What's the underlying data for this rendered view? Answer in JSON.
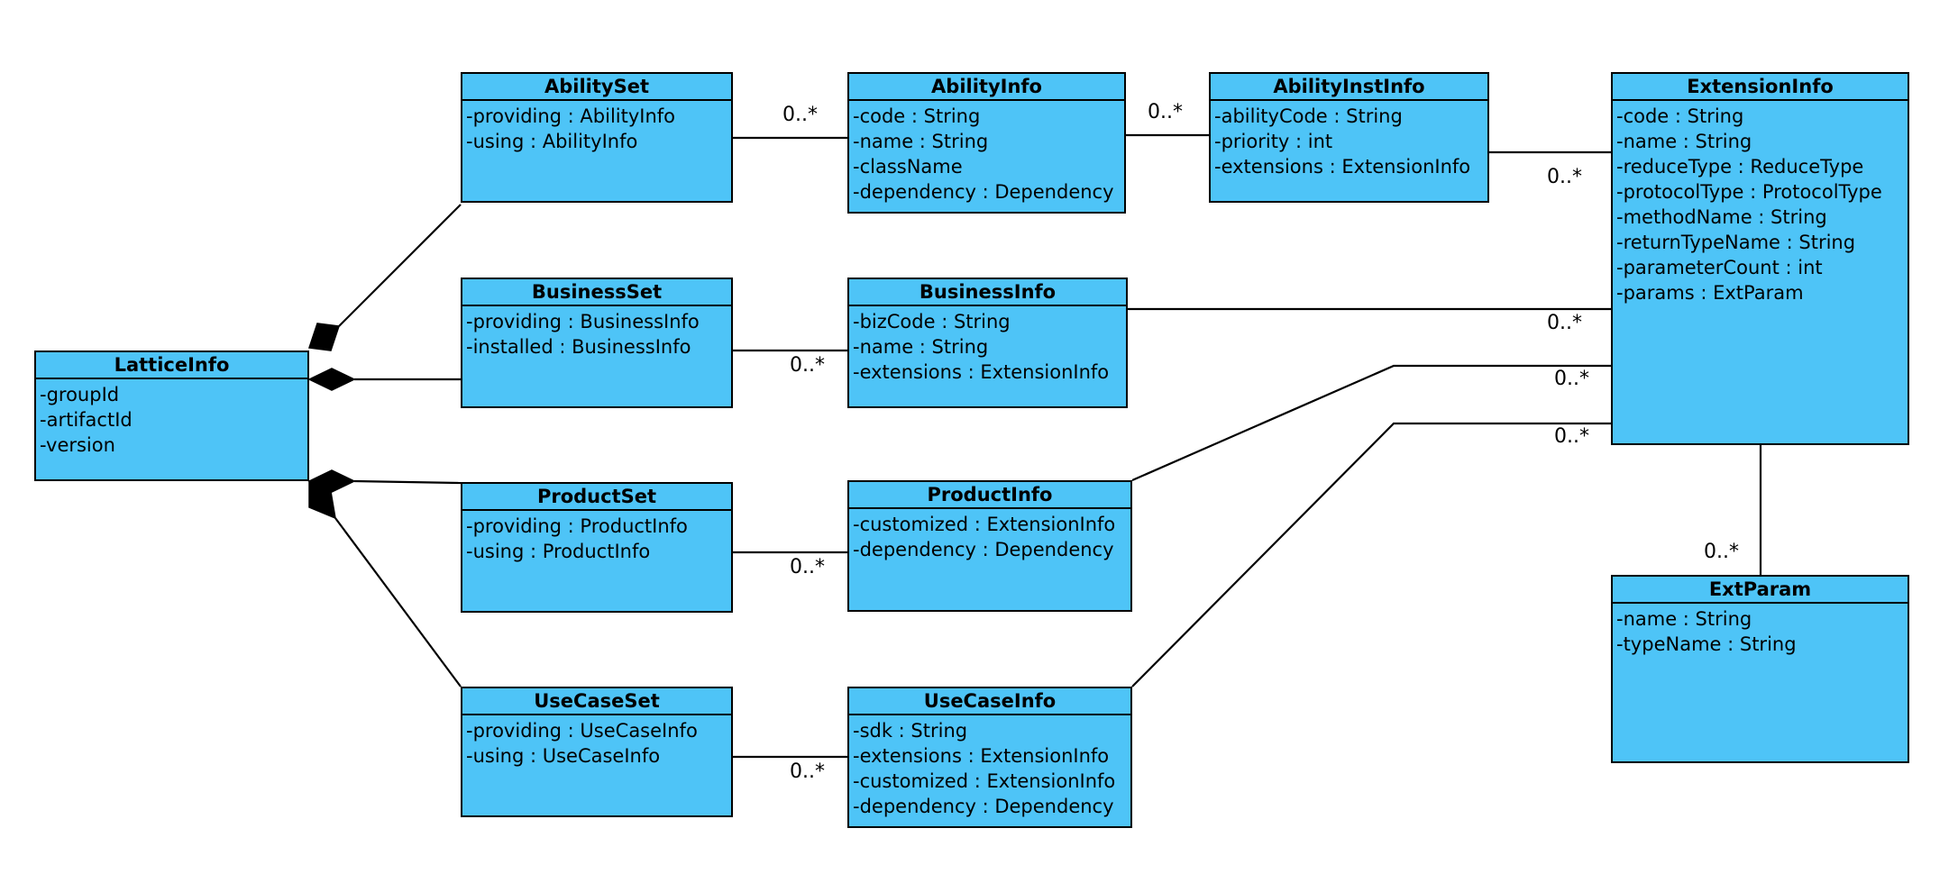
{
  "classes": {
    "lattice_info": {
      "title": "LatticeInfo",
      "attrs": [
        "-groupId",
        "-artifactId",
        "-version"
      ]
    },
    "ability_set": {
      "title": "AbilitySet",
      "attrs": [
        "-providing : AbilityInfo",
        "-using : AbilityInfo"
      ]
    },
    "business_set": {
      "title": "BusinessSet",
      "attrs": [
        "-providing : BusinessInfo",
        "-installed : BusinessInfo"
      ]
    },
    "product_set": {
      "title": "ProductSet",
      "attrs": [
        "-providing : ProductInfo",
        "-using : ProductInfo"
      ]
    },
    "use_case_set": {
      "title": "UseCaseSet",
      "attrs": [
        "-providing : UseCaseInfo",
        "-using : UseCaseInfo"
      ]
    },
    "ability_info": {
      "title": "AbilityInfo",
      "attrs": [
        "-code : String",
        "-name : String",
        "-className",
        "-dependency : Dependency"
      ]
    },
    "business_info": {
      "title": "BusinessInfo",
      "attrs": [
        "-bizCode : String",
        "-name : String",
        "-extensions : ExtensionInfo"
      ]
    },
    "product_info": {
      "title": "ProductInfo",
      "attrs": [
        "-customized : ExtensionInfo",
        "-dependency : Dependency"
      ]
    },
    "use_case_info": {
      "title": "UseCaseInfo",
      "attrs": [
        "-sdk : String",
        "-extensions : ExtensionInfo",
        "-customized : ExtensionInfo",
        "-dependency : Dependency"
      ]
    },
    "ability_inst_info": {
      "title": "AbilityInstInfo",
      "attrs": [
        "-abilityCode : String",
        "-priority : int",
        "-extensions : ExtensionInfo"
      ]
    },
    "extension_info": {
      "title": "ExtensionInfo",
      "attrs": [
        "-code : String",
        "-name : String",
        "-reduceType : ReduceType",
        "-protocolType : ProtocolType",
        "-methodName : String",
        "-returnTypeName : String",
        "-parameterCount : int",
        "-params : ExtParam"
      ]
    },
    "ext_param": {
      "title": "ExtParam",
      "attrs": [
        "-name : String",
        "-typeName : String"
      ]
    }
  },
  "multiplicities": {
    "abilityset_abilityinfo": "0..*",
    "abilityinfo_abilityinstinfo": "0..*",
    "abilityinstinfo_extensioninfo": "0..*",
    "businessset_businessinfo": "0..*",
    "businessinfo_extensioninfo": "0..*",
    "productset_productinfo": "0..*",
    "productinfo_extensioninfo": "0..*",
    "usecaseset_usecaseinfo": "0..*",
    "usecaseinfo_extensioninfo": "0..*",
    "extensioninfo_extparam": "0..*"
  },
  "colors": {
    "class_fill": "#4ec4f7",
    "line": "#000000"
  }
}
